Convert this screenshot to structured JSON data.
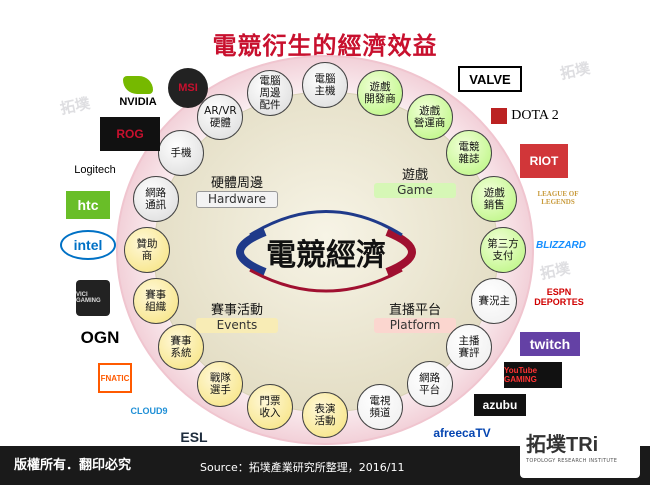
{
  "title": "電競衍生的經濟效益",
  "center_label": "電競經濟",
  "quadrants": {
    "hardware": {
      "zh": "硬體周邊",
      "en": "Hardware"
    },
    "game": {
      "zh": "遊戲",
      "en": "Game"
    },
    "events": {
      "zh": "賽事活動",
      "en": "Events"
    },
    "platform": {
      "zh": "直播平台",
      "en": "Platform"
    }
  },
  "nodes": [
    {
      "label": "電腦\n主機",
      "group": "hw"
    },
    {
      "label": "遊戲\n開發商",
      "group": "game"
    },
    {
      "label": "遊戲\n營運商",
      "group": "game"
    },
    {
      "label": "電競\n雜誌",
      "group": "game"
    },
    {
      "label": "遊戲\n銷售",
      "group": "game"
    },
    {
      "label": "第三方\n支付",
      "group": "game"
    },
    {
      "label": "賽況主",
      "group": "plat"
    },
    {
      "label": "主播\n賽評",
      "group": "plat"
    },
    {
      "label": "網路\n平台",
      "group": "plat"
    },
    {
      "label": "電視\n頻道",
      "group": "plat"
    },
    {
      "label": "表演\n活動",
      "group": "ev"
    },
    {
      "label": "門票\n收入",
      "group": "ev"
    },
    {
      "label": "戰隊\n選手",
      "group": "ev"
    },
    {
      "label": "賽事\n系統",
      "group": "ev"
    },
    {
      "label": "賽事\n組織",
      "group": "ev"
    },
    {
      "label": "贊助\n商",
      "group": "ev"
    },
    {
      "label": "網路\n通訊",
      "group": "hw"
    },
    {
      "label": "手機",
      "group": "hw"
    },
    {
      "label": "AR/VR\n硬體",
      "group": "hw"
    },
    {
      "label": "電腦\n周邊\n配件",
      "group": "hw"
    }
  ],
  "logos_left": [
    {
      "name": "nvidia-logo",
      "text": "NVIDIA",
      "color": "#76b900"
    },
    {
      "name": "msi-logo",
      "text": "MSI",
      "color": "#c8102e"
    },
    {
      "name": "rog-logo",
      "text": "ROG",
      "color": "#c8102e"
    },
    {
      "name": "logitech-logo",
      "text": "Logitech",
      "color": "#000000"
    },
    {
      "name": "htc-logo",
      "text": "htc",
      "color": "#69be28"
    },
    {
      "name": "intel-logo",
      "text": "intel",
      "color": "#0071c5"
    },
    {
      "name": "vici-gaming-logo",
      "text": "VICI GAMING",
      "color": "#000000"
    },
    {
      "name": "ogn-logo",
      "text": "OGN",
      "color": "#000000"
    },
    {
      "name": "fnatic-logo",
      "text": "FNATIC",
      "color": "#ff5a00"
    },
    {
      "name": "cloud9-logo",
      "text": "CLOUD9",
      "color": "#1f8fd6"
    },
    {
      "name": "esl-logo",
      "text": "ESL",
      "color": "#1f2d3d"
    }
  ],
  "logos_right": [
    {
      "name": "valve-logo",
      "text": "VALVE",
      "color": "#000000"
    },
    {
      "name": "dota2-logo",
      "text": "DOTA 2",
      "color": "#000000"
    },
    {
      "name": "riot-games-logo",
      "text": "RIOT",
      "color": "#d13639"
    },
    {
      "name": "league-of-legends-logo",
      "text": "LEAGUE OF LEGENDS",
      "color": "#c89b3c"
    },
    {
      "name": "blizzard-logo",
      "text": "BLIZZARD",
      "color": "#148eff"
    },
    {
      "name": "espn-deportes-logo",
      "text": "ESPN DEPORTES",
      "color": "#d00000"
    },
    {
      "name": "twitch-logo",
      "text": "twitch",
      "color": "#6441a5"
    },
    {
      "name": "youtube-gaming-logo",
      "text": "YouTube GAMING",
      "color": "#ff0000"
    },
    {
      "name": "azubu-logo",
      "text": "azubu",
      "color": "#1d74d8"
    },
    {
      "name": "afreecatv-logo",
      "text": "afreecaTV",
      "color": "#0545b1"
    }
  ],
  "footer": {
    "copyright": "版權所有．翻印必究",
    "source": "Source：拓墣產業研究所整理，2016/11",
    "brand": "拓墣TRi",
    "brand_sub": "TOPOLOGY RESEARCH INSTITUTE"
  }
}
